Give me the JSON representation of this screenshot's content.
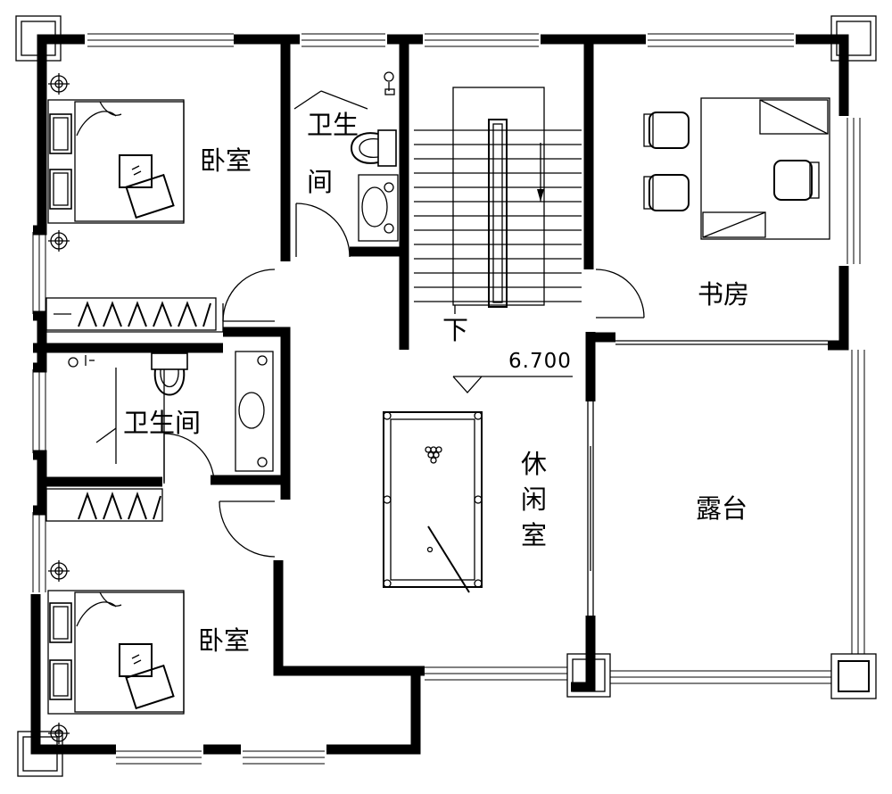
{
  "rooms": {
    "bedroom_top": "卧室",
    "bathroom_top_l1": "卫生",
    "bathroom_top_l2": "间",
    "bathroom_left": "卫生间",
    "bedroom_bottom": "卧室",
    "study": "书房",
    "lounge_c1": "休",
    "lounge_c2": "闲",
    "lounge_c3": "室",
    "terrace": "露台"
  },
  "stair_label": "下",
  "elevation": "6.700"
}
